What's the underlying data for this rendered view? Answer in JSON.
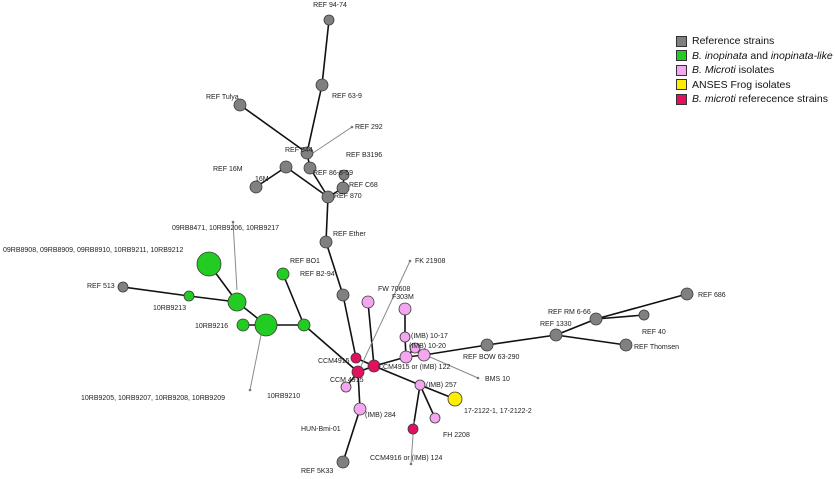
{
  "legend": {
    "items": [
      {
        "key": "ref",
        "color": "#808080",
        "parts": [
          {
            "text": "Reference strains",
            "italic": false
          }
        ]
      },
      {
        "key": "inop",
        "color": "#22cc22",
        "parts": [
          {
            "text": "B. inopinata",
            "italic": true
          },
          {
            "text": " and ",
            "italic": false
          },
          {
            "text": "inopinata-like",
            "italic": true
          }
        ]
      },
      {
        "key": "micro",
        "color": "#f4a6f0",
        "parts": [
          {
            "text": "B. Microti",
            "italic": true
          },
          {
            "text": " isolates",
            "italic": false
          }
        ]
      },
      {
        "key": "frog",
        "color": "#ffee00",
        "parts": [
          {
            "text": "ANSES Frog isolates",
            "italic": false
          }
        ]
      },
      {
        "key": "mref",
        "color": "#e0115f",
        "parts": [
          {
            "text": "B. microti",
            "italic": true
          },
          {
            "text": " referecence strains",
            "italic": false
          }
        ]
      }
    ]
  },
  "nodes": [
    {
      "id": "ref94_74",
      "type": "ref",
      "label": "REF 94-74"
    },
    {
      "id": "ref63_9",
      "type": "ref",
      "label": "REF 63-9"
    },
    {
      "id": "refTulya",
      "type": "ref",
      "label": "REF Tulya"
    },
    {
      "id": "ref544",
      "type": "ref",
      "label": "REF 544"
    },
    {
      "id": "ref292",
      "type": "ref",
      "label": "REF 292"
    },
    {
      "id": "ref86_8_59",
      "type": "ref",
      "label": "REF 86-8-59"
    },
    {
      "id": "refB3196",
      "type": "ref",
      "label": "REF B3196"
    },
    {
      "id": "refC68",
      "type": "ref",
      "label": "REF C68"
    },
    {
      "id": "ref870",
      "type": "ref",
      "label": "REF 870"
    },
    {
      "id": "ref16M",
      "type": "ref",
      "label": "REF 16M"
    },
    {
      "id": "n16M",
      "type": "ref",
      "label": "16M"
    },
    {
      "id": "refEther",
      "type": "ref",
      "label": "REF Ether"
    },
    {
      "id": "refBO1",
      "type": "inop",
      "label": "REF BO1"
    },
    {
      "id": "refB2_94",
      "type": "ref",
      "label": "REF B2-94"
    },
    {
      "id": "ref513",
      "type": "ref",
      "label": "REF 513"
    },
    {
      "id": "g09_big",
      "type": "inop",
      "label": "09RB8908, 09RB8909, 09RB8910, 10RB9211, 10RB9212"
    },
    {
      "id": "g09_8471",
      "type": "inop",
      "label": "09RB8471, 10RB9206, 10RB9217"
    },
    {
      "id": "g10RB9213",
      "type": "inop",
      "label": "10RB9213"
    },
    {
      "id": "g10RB9216",
      "type": "inop",
      "label": "10RB9216"
    },
    {
      "id": "g10RB9205",
      "type": "inop",
      "label": "10RB9205, 10RB9207, 10RB9208, 10RB9209"
    },
    {
      "id": "g10RB9210",
      "type": "inop",
      "label": "10RB9210"
    },
    {
      "id": "fw70608",
      "type": "micro",
      "label": "FW 70608"
    },
    {
      "id": "fk21908",
      "type": "micro",
      "label": "FK 21908"
    },
    {
      "id": "f303m",
      "type": "micro",
      "label": "F303M"
    },
    {
      "id": "imb10_17",
      "type": "micro",
      "label": "(IMB) 10-17"
    },
    {
      "id": "imb10_20",
      "type": "micro",
      "label": "(IMB) 10-20"
    },
    {
      "id": "ccm4915a",
      "type": "mref",
      "label": "CCM4915"
    },
    {
      "id": "ccm4915b",
      "type": "mref",
      "label": "CCM 4915"
    },
    {
      "id": "ccm4915c",
      "type": "mref",
      "label": "CCM4915 or (IMB) 122"
    },
    {
      "id": "refBOW",
      "type": "ref",
      "label": "REF BOW 63-290"
    },
    {
      "id": "bms10",
      "type": "micro",
      "label": "BMS 10"
    },
    {
      "id": "ref1330",
      "type": "ref",
      "label": "REF 1330"
    },
    {
      "id": "refRM",
      "type": "ref",
      "label": "REF RM 6-66"
    },
    {
      "id": "ref40",
      "type": "ref",
      "label": "REF 40"
    },
    {
      "id": "ref686",
      "type": "ref",
      "label": "REF 686"
    },
    {
      "id": "refThomsen",
      "type": "ref",
      "label": "REF Thomsen"
    },
    {
      "id": "imb257",
      "type": "micro",
      "label": "(IMB) 257"
    },
    {
      "id": "frog17",
      "type": "frog",
      "label": "17-2122-1, 17-2122-2"
    },
    {
      "id": "fh2208",
      "type": "micro",
      "label": "FH 2208"
    },
    {
      "id": "ccm4916",
      "type": "mref",
      "label": "CCM4916 or (IMB) 124"
    },
    {
      "id": "hun",
      "type": "micro",
      "label": "HUN-Bmi-01"
    },
    {
      "id": "imb284",
      "type": "micro",
      "label": "(IMB) 284"
    },
    {
      "id": "ref5K33",
      "type": "ref",
      "label": "REF 5K33"
    },
    {
      "id": "hubA",
      "type": "micro",
      "label": ""
    },
    {
      "id": "hubB",
      "type": "micro",
      "label": ""
    }
  ]
}
